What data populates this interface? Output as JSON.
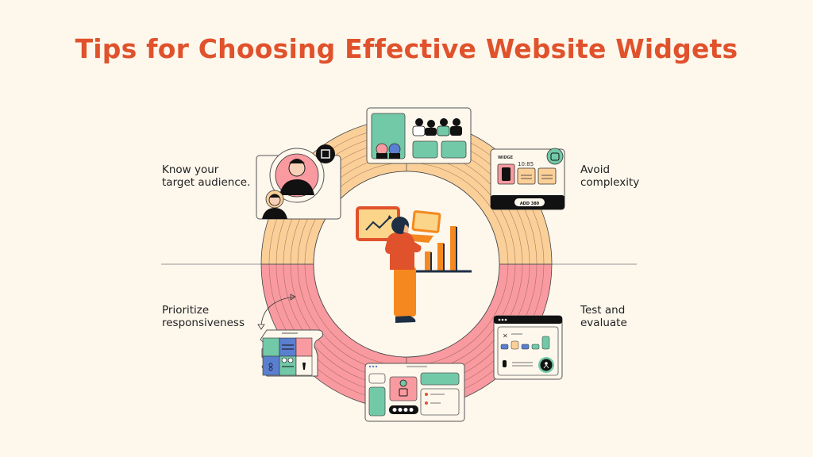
{
  "title": "Tips for Choosing Effective Website Widgets",
  "tips": [
    {
      "position": "top-left",
      "line1": "Know your",
      "line2": "target audience."
    },
    {
      "position": "top-right",
      "line1": "Avoid",
      "line2": "complexity"
    },
    {
      "position": "bottom-left",
      "line1": "Prioritize",
      "line2": "responsiveness"
    },
    {
      "position": "bottom-right",
      "line1": "Test and",
      "line2": "evaluate"
    }
  ],
  "widgets": {
    "avoid_complexity_card": {
      "label": "WIDGE",
      "time": "10:85",
      "button": "ADD 380"
    }
  },
  "colors": {
    "background": "#fdf7ec",
    "title": "#e0522c",
    "ring_top": "#fbcf98",
    "ring_bottom": "#f99aa0",
    "teal": "#72c9a8",
    "orange": "#f5891f",
    "blue": "#5b7fd0"
  }
}
